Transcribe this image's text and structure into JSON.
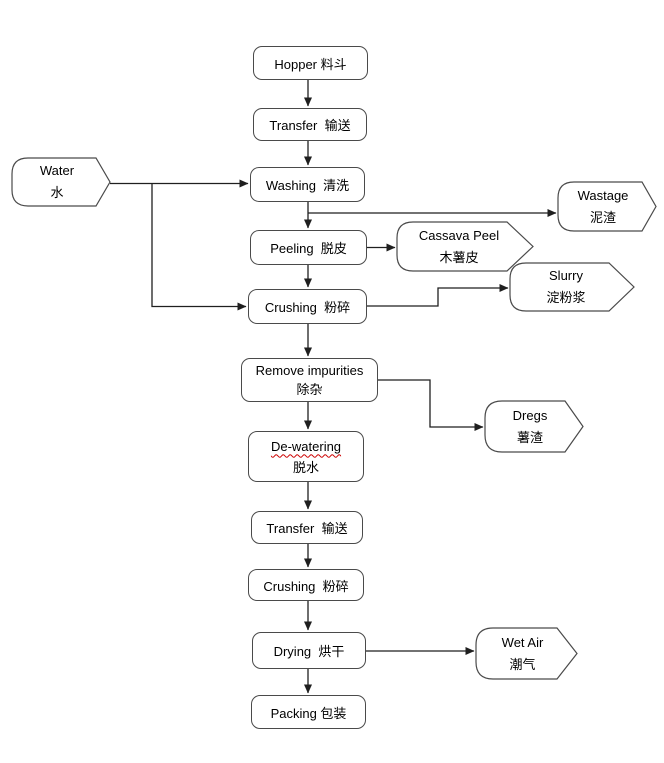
{
  "diagram": {
    "title_hint": "Cassava starch processing flowchart",
    "process_nodes": {
      "hopper": {
        "label": "Hopper 料斗"
      },
      "transfer1": {
        "label": "Transfer  输送"
      },
      "washing": {
        "label": "Washing  清洗"
      },
      "peeling": {
        "label": "Peeling  脱皮"
      },
      "crushing1": {
        "label": "Crushing  粉碎"
      },
      "remove_impurities": {
        "line1": "Remove impurities",
        "line2": "除杂"
      },
      "dewatering": {
        "line1": "De-watering",
        "line2": "脱水"
      },
      "transfer2": {
        "label": "Transfer  输送"
      },
      "crushing2": {
        "label": "Crushing  粉碎"
      },
      "drying": {
        "label": "Drying  烘干"
      },
      "packing": {
        "label": "Packing 包装"
      }
    },
    "io_nodes": {
      "water": {
        "line1": "Water",
        "line2": "水"
      },
      "wastage": {
        "line1": "Wastage",
        "line2": "泥渣"
      },
      "cassava_peel": {
        "line1": "Cassava Peel",
        "line2": "木薯皮"
      },
      "slurry": {
        "line1": "Slurry",
        "line2": "淀粉浆"
      },
      "dregs": {
        "line1": "Dregs",
        "line2": "薯渣"
      },
      "wet_air": {
        "line1": "Wet Air",
        "line2": "潮气"
      }
    },
    "colors": {
      "box_border": "#4a4a4a",
      "connector": "#1f1f1f",
      "spellcheck_underline": "#cc0000",
      "background": "#ffffff",
      "text": "#000000"
    }
  }
}
